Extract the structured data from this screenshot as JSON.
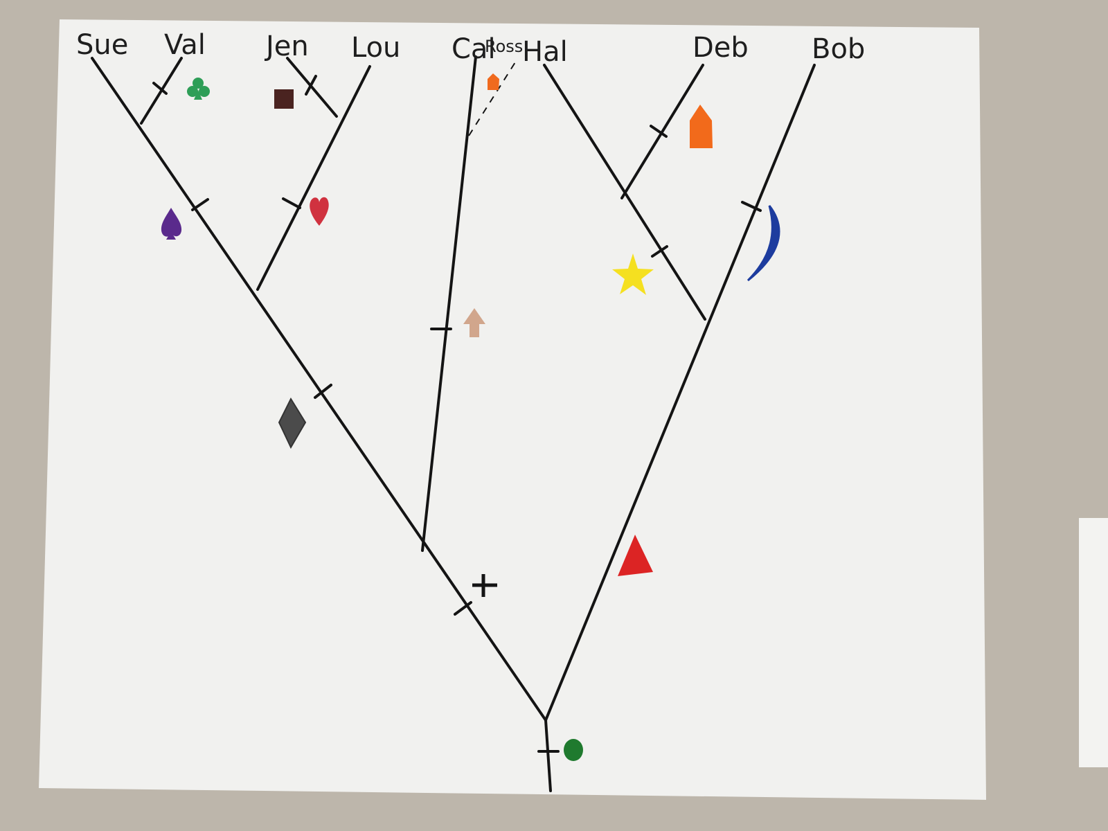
{
  "tree": {
    "leaves": [
      {
        "id": "sue",
        "label": "Sue"
      },
      {
        "id": "val",
        "label": "Val"
      },
      {
        "id": "jen",
        "label": "Jen"
      },
      {
        "id": "lou",
        "label": "Lou"
      },
      {
        "id": "cal",
        "label": "Cal"
      },
      {
        "id": "ross",
        "label": "Ross"
      },
      {
        "id": "hal",
        "label": "Hal"
      },
      {
        "id": "deb",
        "label": "Deb"
      },
      {
        "id": "bob",
        "label": "Bob"
      }
    ],
    "trait_symbols": [
      {
        "name": "green-circle",
        "color": "#1f7a2e"
      },
      {
        "name": "plus-sign",
        "color": "#141414"
      },
      {
        "name": "gray-diamond",
        "color": "#4b4b4b"
      },
      {
        "name": "purple-spade",
        "color": "#5a2a8c"
      },
      {
        "name": "green-club",
        "color": "#2e9e57"
      },
      {
        "name": "brown-square",
        "color": "#4a2320"
      },
      {
        "name": "red-heart",
        "color": "#d0323f"
      },
      {
        "name": "tan-arrow",
        "color": "#d1a68c"
      },
      {
        "name": "small-orange-house",
        "color": "#f06a1e"
      },
      {
        "name": "red-triangle",
        "color": "#dc2424"
      },
      {
        "name": "yellow-star",
        "color": "#f5e020"
      },
      {
        "name": "blue-crescent",
        "color": "#1d3c9e"
      },
      {
        "name": "orange-house",
        "color": "#f26a1b"
      }
    ]
  }
}
